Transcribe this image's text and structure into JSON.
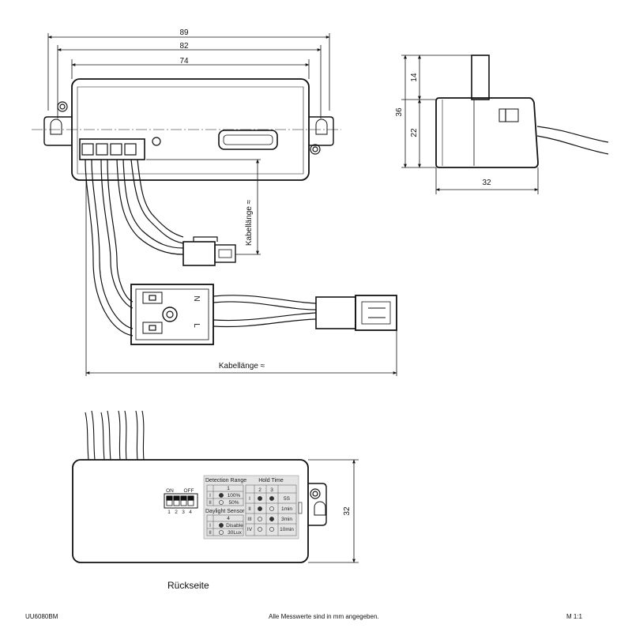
{
  "top_view": {
    "dim_overall": "89",
    "dim_mount": "82",
    "dim_body": "74",
    "cable_length_label_short": "Kabellänge ≈",
    "cable_length_label_long": "Kabellänge ≈",
    "plug_letters": {
      "n": "N",
      "l": "L"
    }
  },
  "side_view": {
    "dim_height_total": "36",
    "dim_height_top": "14",
    "dim_height_base": "22",
    "dim_width": "32"
  },
  "back_view": {
    "dim_height": "32",
    "caption": "Rückseite",
    "dip_switch": {
      "on_label": "ON",
      "off_label": "OFF",
      "numbers": [
        "1",
        "2",
        "3",
        "4"
      ]
    },
    "settings_table": {
      "detection_title": "Detection Range",
      "detection_col": "1",
      "detection_rows": [
        {
          "roman": "I",
          "value": "100%"
        },
        {
          "roman": "II",
          "value": "50%"
        }
      ],
      "daylight_title": "Daylight Sensor",
      "daylight_col": "4",
      "daylight_rows": [
        {
          "roman": "I",
          "value": "Disable"
        },
        {
          "roman": "II",
          "value": "30Lux"
        }
      ],
      "hold_title": "Hold Time",
      "hold_cols": [
        "2",
        "3"
      ],
      "hold_rows": [
        {
          "roman": "I",
          "value": "5S"
        },
        {
          "roman": "II",
          "value": "1min"
        },
        {
          "roman": "III",
          "value": "3min"
        },
        {
          "roman": "IV",
          "value": "10min"
        }
      ]
    }
  },
  "footer": {
    "article": "UU6080BM",
    "note": "Alle Messwerte sind in mm angegeben.",
    "scale": "M 1:1"
  }
}
